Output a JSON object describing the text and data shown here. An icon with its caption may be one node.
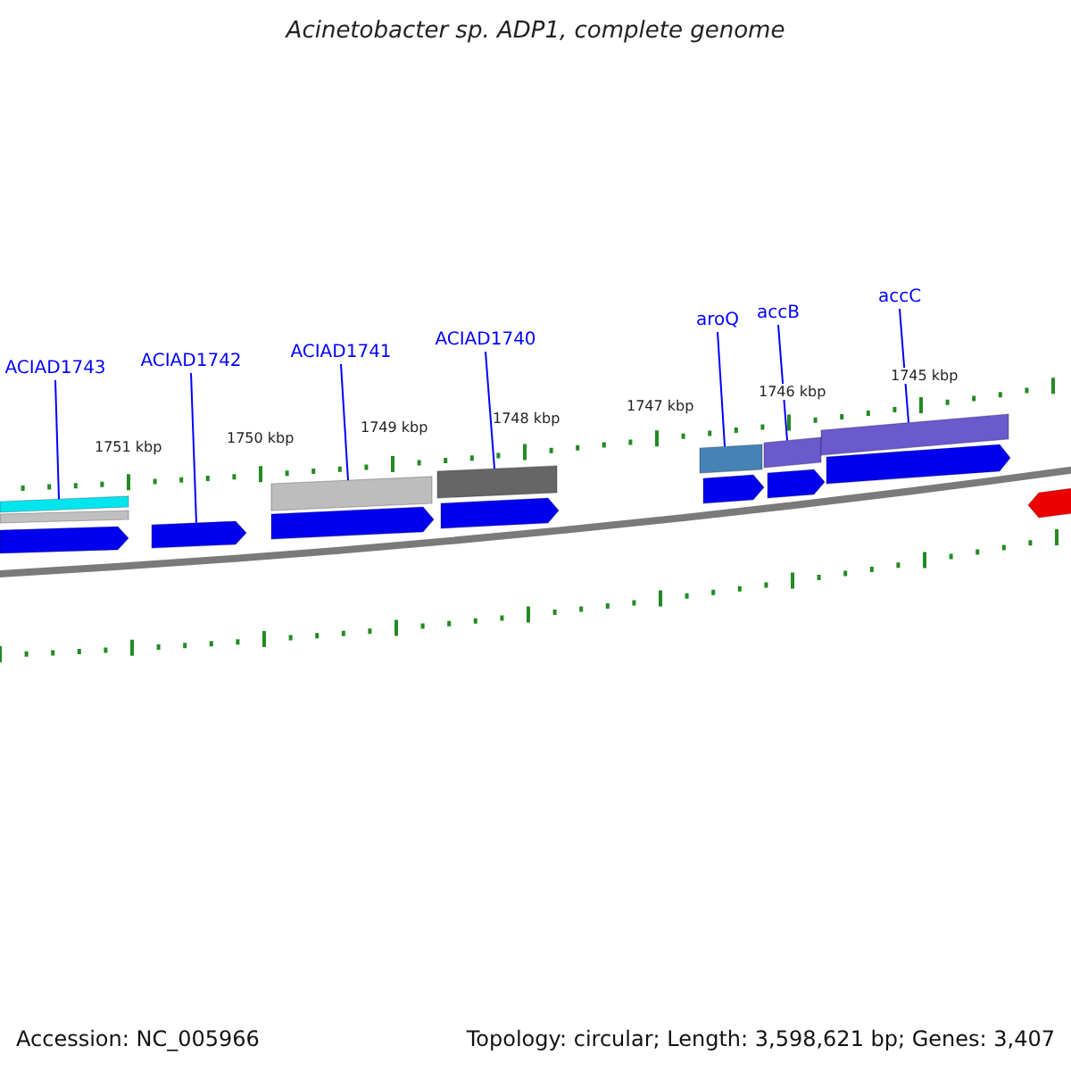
{
  "diagram": {
    "title": "Acinetobacter sp. ADP1, complete genome",
    "nodes": [
      {
        "text": [
          "ACIAD1743"
        ]
      },
      {
        "text": [
          "ACIAD1742"
        ]
      },
      {
        "text": [
          "ACIAD1741"
        ]
      },
      {
        "text": [
          "ACIAD1740"
        ]
      },
      {
        "text": [
          "aroQ"
        ]
      },
      {
        "text": [
          "accB"
        ]
      },
      {
        "text": [
          "accC"
        ]
      },
      {
        "text": [],
        "shape": "arrow"
      },
      {
        "text": [],
        "shape": "arrow"
      },
      {
        "text": [],
        "shape": "arrow"
      },
      {
        "text": [],
        "shape": "arrow"
      },
      {
        "text": [],
        "shape": "arrow"
      },
      {
        "text": [],
        "shape": "arrow"
      },
      {
        "text": [],
        "shape": "arrow"
      },
      {
        "text": [],
        "shape": "arrow"
      },
      {
        "text": [],
        "shape": "bar"
      },
      {
        "text": [],
        "shape": "bar"
      },
      {
        "text": [],
        "shape": "bar"
      },
      {
        "text": [],
        "shape": "bar"
      },
      {
        "text": [],
        "shape": "bar"
      },
      {
        "text": [],
        "shape": "bar"
      },
      {
        "text": [],
        "shape": "bar"
      }
    ],
    "edges": [
      {
        "from": 0,
        "to": 15,
        "arrow": "none"
      },
      {
        "from": 1,
        "to": 8,
        "arrow": "none"
      },
      {
        "from": 2,
        "to": 17,
        "arrow": "none"
      },
      {
        "from": 3,
        "to": 18,
        "arrow": "none"
      },
      {
        "from": 4,
        "to": 19,
        "arrow": "none"
      },
      {
        "from": 5,
        "to": 20,
        "arrow": "none"
      },
      {
        "from": 6,
        "to": 21,
        "arrow": "none"
      }
    ],
    "labels": [
      "1751 kbp",
      "1750 kbp",
      "1749 kbp",
      "1748 kbp",
      "1747 kbp",
      "1746 kbp",
      "1745 kbp",
      "Accession: NC_005966",
      "Topology: circular; Length: 3,598,621 bp; Genes: 3,407"
    ]
  }
}
